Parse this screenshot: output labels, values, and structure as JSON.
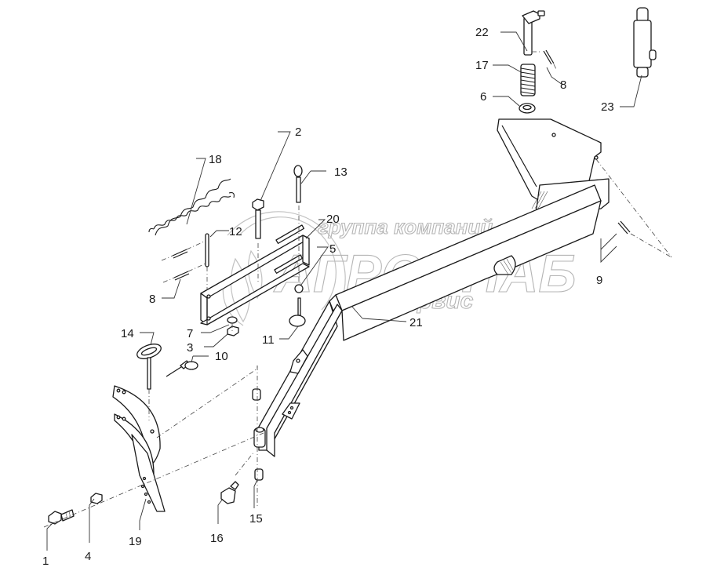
{
  "diagram": {
    "type": "exploded-parts-drawing",
    "watermark": {
      "line1": "группа компаний",
      "line2": "АГРОСНАБ",
      "line3": "техсервис",
      "color": "#b5b5b5"
    },
    "colors": {
      "ink": "#1a1a1a",
      "background": "#ffffff"
    },
    "callouts": [
      {
        "id": "1",
        "part": "bolt"
      },
      {
        "id": "2",
        "part": "bolt-hex"
      },
      {
        "id": "3",
        "part": "nut"
      },
      {
        "id": "4",
        "part": "nut"
      },
      {
        "id": "5",
        "part": "nut-small"
      },
      {
        "id": "6",
        "part": "washer"
      },
      {
        "id": "7",
        "part": "washer"
      },
      {
        "id": "8",
        "part": "cotter-pin"
      },
      {
        "id": "9",
        "part": "cotter-pin"
      },
      {
        "id": "10",
        "part": "ring-pin"
      },
      {
        "id": "11",
        "part": "ring-pin"
      },
      {
        "id": "12",
        "part": "pin"
      },
      {
        "id": "13",
        "part": "eye-pin"
      },
      {
        "id": "14",
        "part": "handle-pin"
      },
      {
        "id": "15",
        "part": "bushing"
      },
      {
        "id": "16",
        "part": "grease-fitting-block"
      },
      {
        "id": "17",
        "part": "compression-spring"
      },
      {
        "id": "18",
        "part": "tension-spring"
      },
      {
        "id": "19",
        "part": "tine-bracket"
      },
      {
        "id": "20",
        "part": "slide-bracket"
      },
      {
        "id": "21",
        "part": "frame-arm"
      },
      {
        "id": "22",
        "part": "locking-pin"
      },
      {
        "id": "23",
        "part": "cylinder"
      }
    ]
  }
}
